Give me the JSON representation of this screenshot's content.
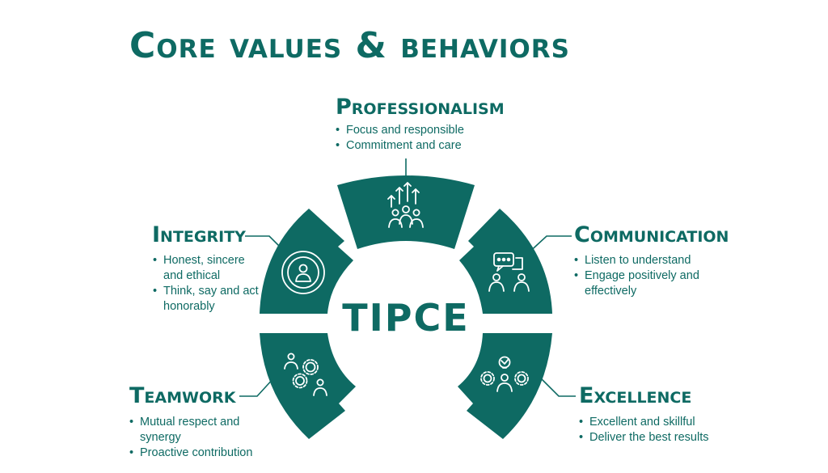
{
  "title": "Core values & behaviors",
  "center_label": "TIPCE",
  "colors": {
    "primary": "#0e6a63",
    "icon": "#ffffff",
    "background": "#ffffff"
  },
  "values": [
    {
      "heading": "Professionalism",
      "icon": "growth-arrows-team-icon",
      "bullets": [
        "Focus and responsible",
        "Commitment and care"
      ]
    },
    {
      "heading": "Integrity",
      "icon": "person-in-circle-icon",
      "bullets": [
        "Honest, sincere and ethical",
        "Think, say and act honorably"
      ]
    },
    {
      "heading": "Communication",
      "icon": "people-chat-icon",
      "bullets": [
        "Listen to understand",
        "Engage positively and effectively"
      ]
    },
    {
      "heading": "Teamwork",
      "icon": "people-gears-icon",
      "bullets": [
        "Mutual respect and synergy",
        "Proactive contribution"
      ]
    },
    {
      "heading": "Excellence",
      "icon": "idea-gears-person-icon",
      "bullets": [
        "Excellent and skillful",
        "Deliver the best results"
      ]
    }
  ]
}
